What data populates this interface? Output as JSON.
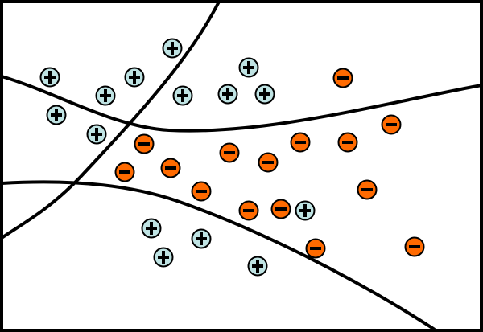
{
  "diagram": {
    "classes": {
      "positive": {
        "symbol": "+",
        "color": "#bfe3e3"
      },
      "negative": {
        "symbol": "-",
        "color": "#ff6a00"
      }
    },
    "points": [
      "positive",
      "positive",
      "positive",
      "positive",
      "positive",
      "positive",
      "positive",
      "positive",
      "positive",
      "positive",
      "positive",
      "positive",
      "positive",
      "positive",
      "positive",
      "negative",
      "negative",
      "negative",
      "negative",
      "negative",
      "negative",
      "negative",
      "negative",
      "negative",
      "negative",
      "negative",
      "negative",
      "negative",
      "negative",
      "negative"
    ],
    "decision_boundaries": 3
  }
}
